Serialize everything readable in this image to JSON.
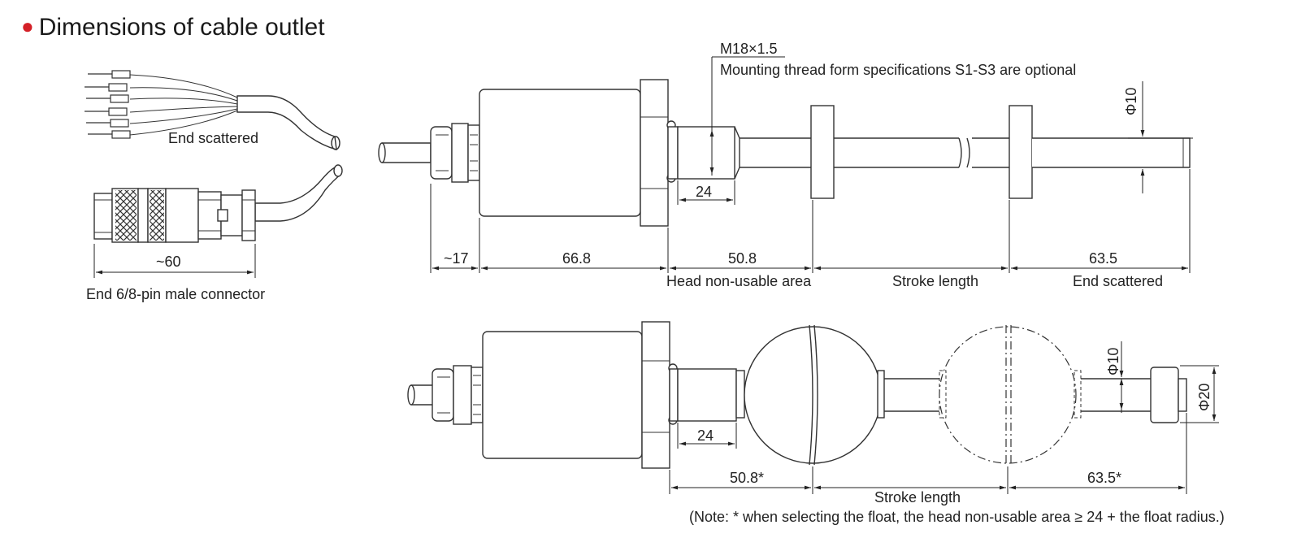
{
  "title": "Dimensions of cable outlet",
  "left_variants": {
    "scattered_label": "End scattered",
    "connector_label": "End 6/8-pin male connector",
    "connector_length": "~60"
  },
  "top_view": {
    "thread_spec": "M18×1.5",
    "thread_note": "Mounting thread form specifications S1-S3 are optional",
    "rod_diameter": "Φ10",
    "dims": {
      "cable_gland": "~17",
      "housing": "66.8",
      "hex_thread": "24",
      "head_area": "50.8",
      "end_area": "63.5"
    },
    "zone_labels": {
      "head": "Head non-usable area",
      "stroke": "Stroke length",
      "end": "End scattered"
    }
  },
  "bottom_view": {
    "rod_diameter": "Φ10",
    "end_diameter": "Φ20",
    "dims": {
      "hex_thread": "24",
      "head_area": "50.8*",
      "end_area": "63.5*"
    },
    "stroke_label": "Stroke length",
    "note": "(Note: * when selecting the float, the head non-usable area ≥ 24 + the float radius.)"
  }
}
